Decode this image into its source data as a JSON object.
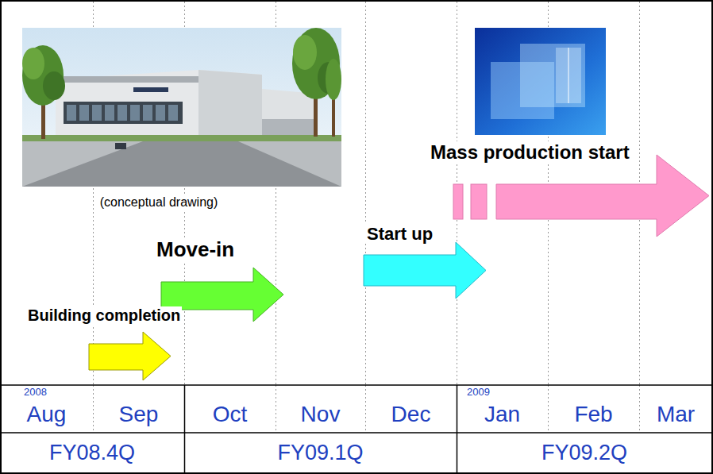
{
  "diagram": {
    "nodes": [
      {
        "text": [
          "Mass production start"
        ]
      },
      {
        "text": [
          "Start up"
        ]
      },
      {
        "text": [
          "Move-in"
        ]
      },
      {
        "text": [
          "Building completion"
        ]
      }
    ],
    "labels": [
      "(conceptual drawing)",
      "2008",
      "Aug",
      "Sep",
      "Oct",
      "Nov",
      "Dec",
      "2009",
      "Jan",
      "Feb",
      "Mar",
      "FY08.4Q",
      "FY09.1Q",
      "FY09.2Q"
    ]
  }
}
